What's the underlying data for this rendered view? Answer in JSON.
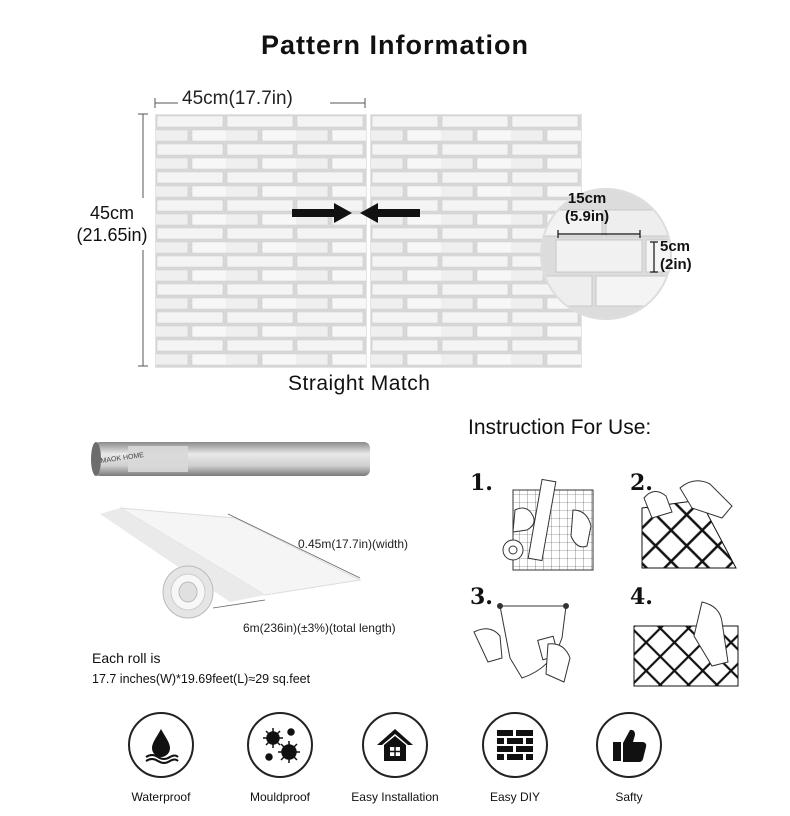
{
  "title": "Pattern Information",
  "dimensions": {
    "width": "45cm(17.7in)",
    "height_cm": "45cm",
    "height_in": "(21.65in)"
  },
  "match": "Straight Match",
  "zoom": {
    "width_cm": "15cm",
    "width_in": "(5.9in)",
    "height_cm": "5cm",
    "height_in": "(2in)"
  },
  "roll": {
    "brand": "MAOK HOME",
    "width_label": "0.45m(17.7in)(width)",
    "length_label": "6m(236in)(±3%)(total length)",
    "each_roll": "Each roll is",
    "spec": "17.7 inches(W)*19.69feet(L)≈29 sq.feet"
  },
  "instructions": {
    "title": "Instruction For Use:",
    "steps": [
      "1.",
      "2.",
      "3.",
      "4."
    ]
  },
  "features": [
    {
      "label": "Waterproof",
      "icon": "water-drop-icon"
    },
    {
      "label": "Mouldproof",
      "icon": "mould-icon"
    },
    {
      "label": "Easy Installation",
      "icon": "house-icon"
    },
    {
      "label": "Easy DIY",
      "icon": "brick-wall-icon"
    },
    {
      "label": "Safty",
      "icon": "thumbs-up-icon"
    }
  ]
}
